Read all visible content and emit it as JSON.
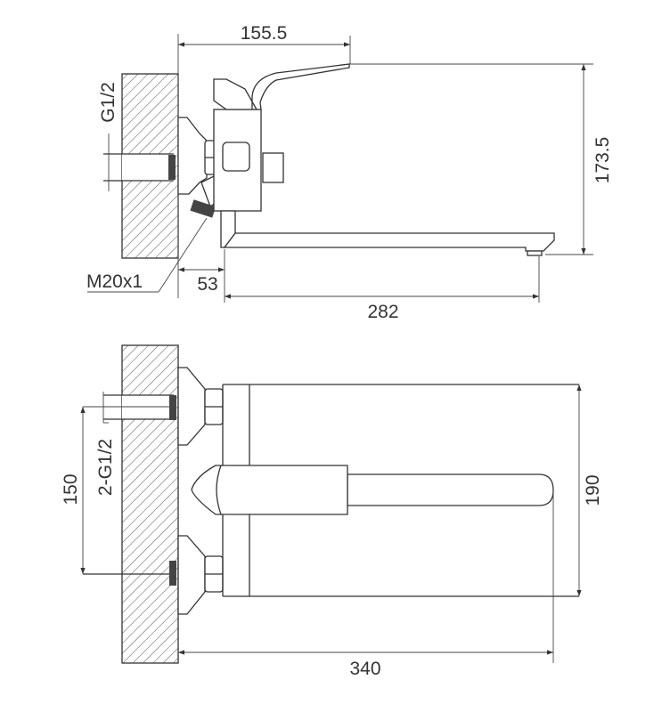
{
  "top_view": {
    "dim_width_handle": "155.5",
    "dim_height": "173.5",
    "dim_spout_length": "282",
    "dim_wall_offset": "53",
    "label_inlet": "G1/2",
    "label_outlet_thread": "M20x1"
  },
  "front_view": {
    "dim_centers": "150",
    "label_inlets": "2-G1/2",
    "dim_height": "190",
    "dim_length": "340"
  },
  "colors": {
    "line": "#333333",
    "fill_dark": "#444444"
  }
}
